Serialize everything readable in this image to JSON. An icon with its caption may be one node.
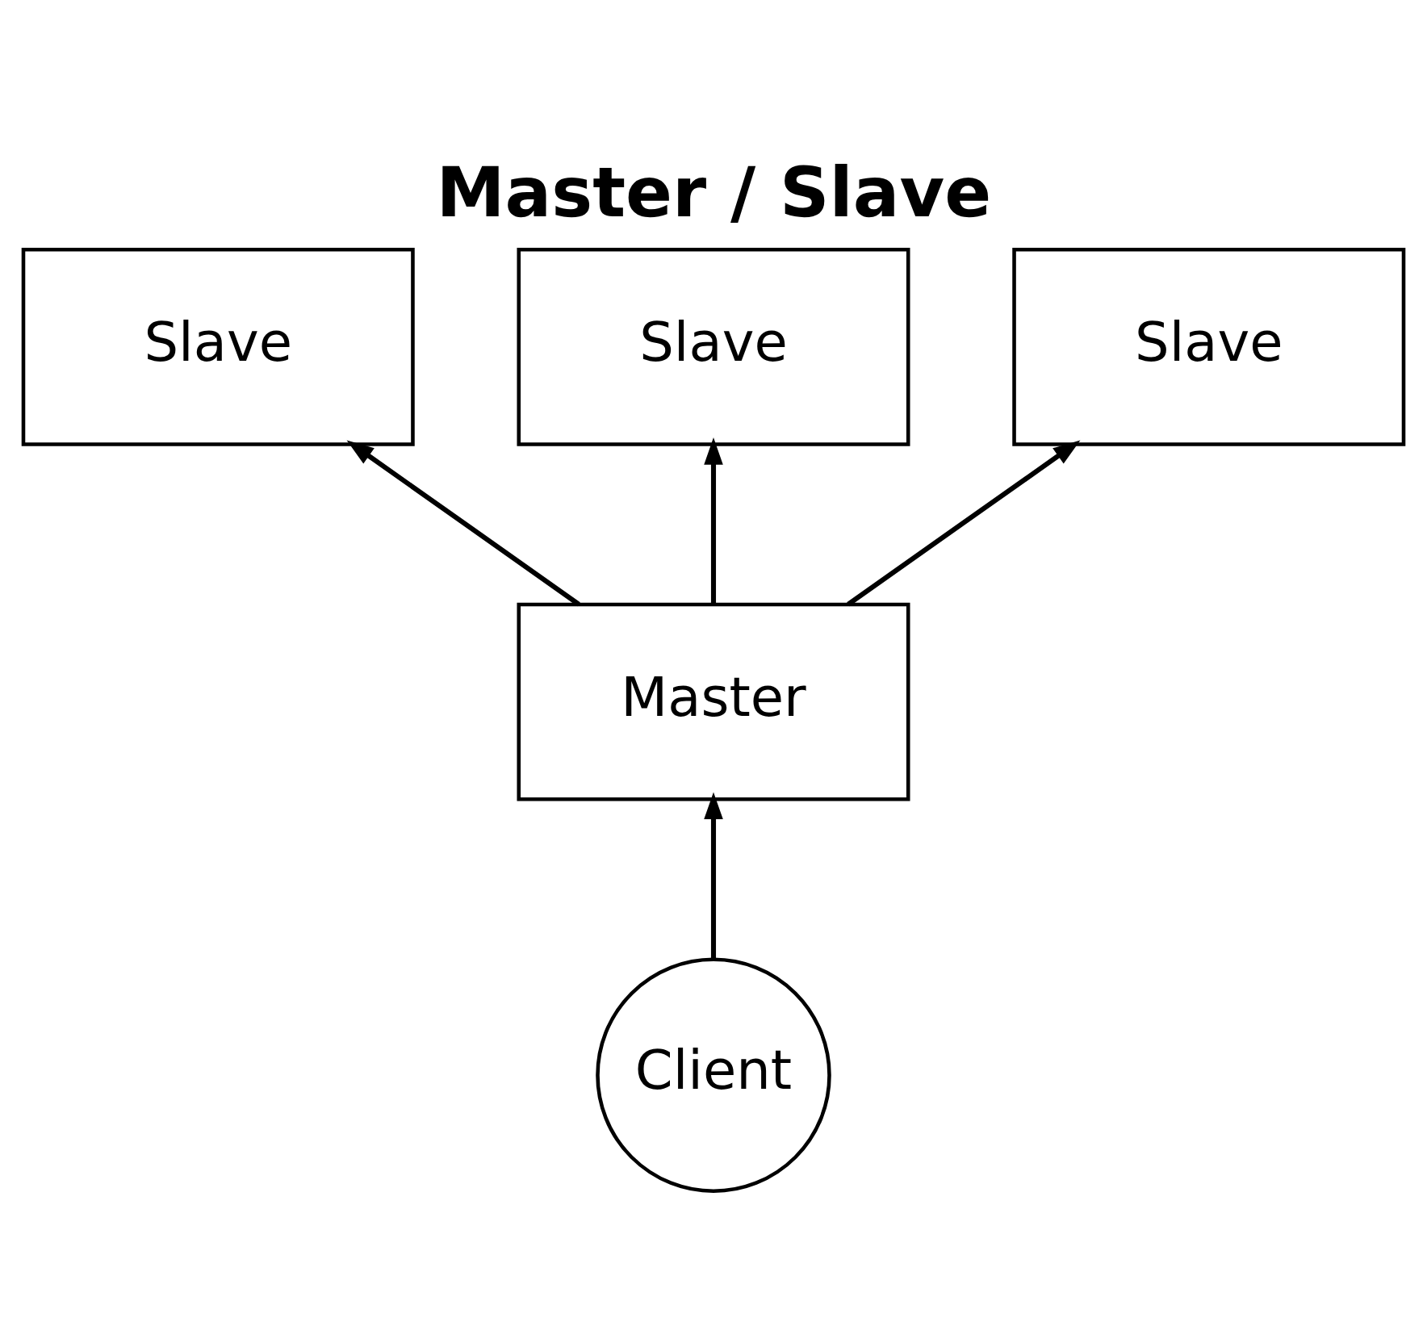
{
  "diagram": {
    "title": "Master / Slave",
    "nodes": [
      {
        "text": [
          "Slave"
        ]
      },
      {
        "text": [
          "Slave"
        ]
      },
      {
        "text": [
          "Slave"
        ]
      },
      {
        "text": [
          "Master"
        ]
      },
      {
        "text": [
          "Client"
        ]
      }
    ],
    "edges": [
      {
        "from": 3,
        "to": 0,
        "arrow": "to"
      },
      {
        "from": 3,
        "to": 1,
        "arrow": "to"
      },
      {
        "from": 3,
        "to": 2,
        "arrow": "to"
      },
      {
        "from": 4,
        "to": 3,
        "arrow": "to"
      }
    ]
  }
}
